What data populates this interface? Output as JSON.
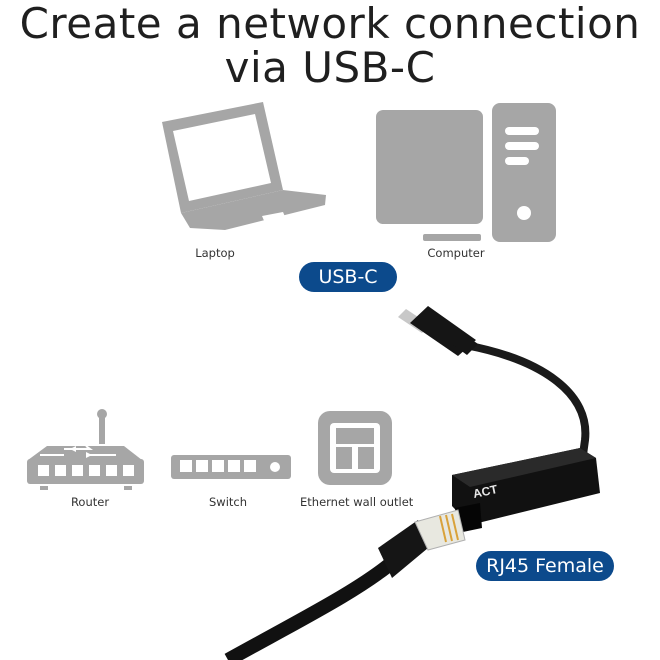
{
  "title": {
    "line1": "Create a network connection",
    "line2": "via USB-C"
  },
  "devices": {
    "laptop_label": "Laptop",
    "computer_label": "Computer",
    "router_label": "Router",
    "switch_label": "Switch",
    "outlet_label": "Ethernet wall outlet"
  },
  "badges": {
    "usbc": "USB-C",
    "rj45": "RJ45 Female"
  },
  "adapter": {
    "brand": "ACT"
  },
  "colors": {
    "icon_gray": "#a6a6a6",
    "badge_blue": "#0c4a8c",
    "cable_black": "#1a1a1a"
  }
}
